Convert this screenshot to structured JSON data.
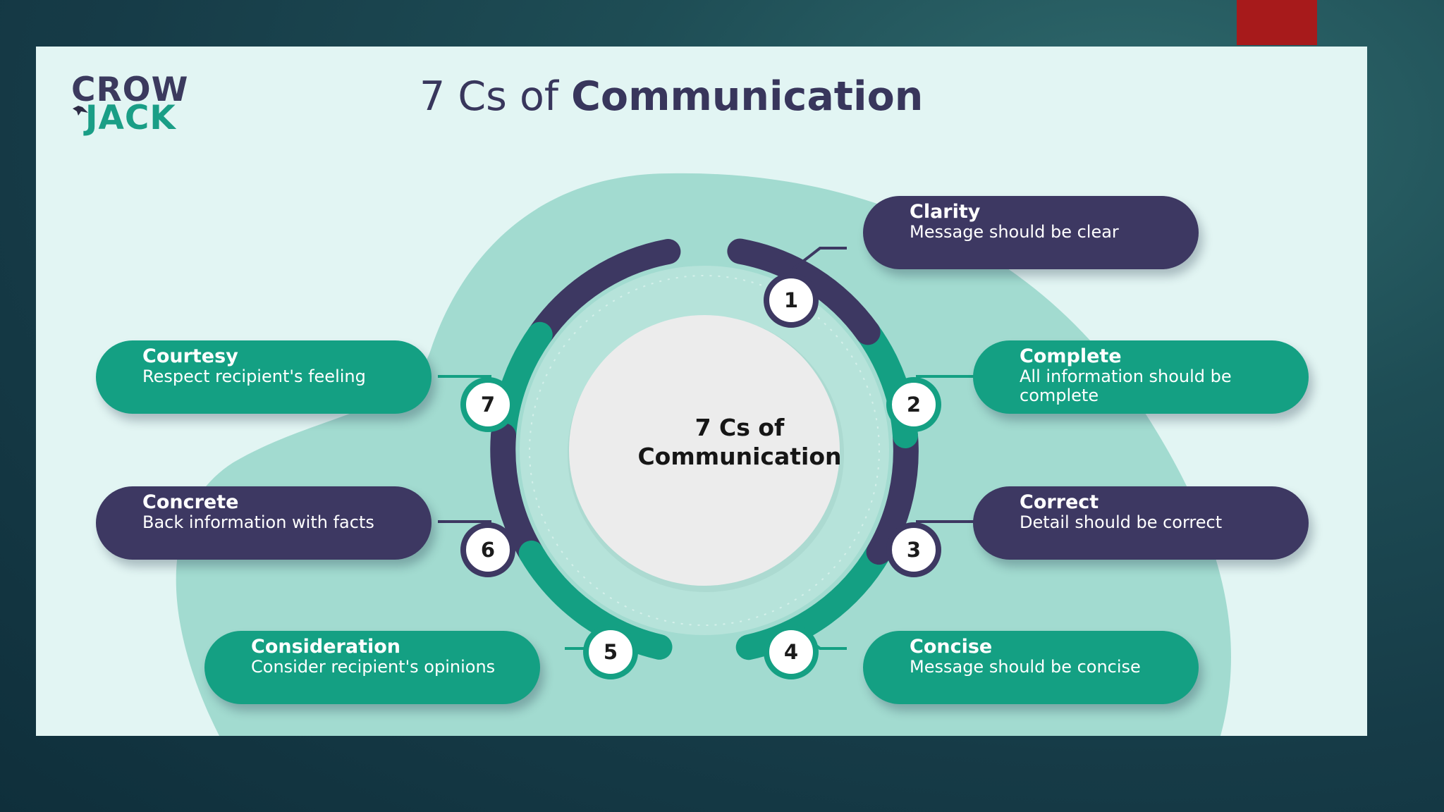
{
  "logo": {
    "line1": "CROW",
    "line2": "JACK"
  },
  "title": {
    "light": "7 Cs of",
    "bold": "Communication"
  },
  "center": {
    "line1": "7 Cs of",
    "line2": "Communication"
  },
  "items": [
    {
      "number": "1",
      "heading": "Clarity",
      "description": "Message should be clear"
    },
    {
      "number": "2",
      "heading": "Complete",
      "description": "All information should be complete"
    },
    {
      "number": "3",
      "heading": "Correct",
      "description": "Detail should be correct"
    },
    {
      "number": "4",
      "heading": "Concise",
      "description": "Message should be concise"
    },
    {
      "number": "5",
      "heading": "Consideration",
      "description": "Consider recipient's opinions"
    },
    {
      "number": "6",
      "heading": "Concrete",
      "description": "Back information with facts"
    },
    {
      "number": "7",
      "heading": "Courtesy",
      "description": "Respect recipient's feeling"
    }
  ],
  "colors": {
    "dark": "#3d3862",
    "teal": "#14a083",
    "mint": "#a2dbd0",
    "accent_red": "#a71a1b"
  }
}
